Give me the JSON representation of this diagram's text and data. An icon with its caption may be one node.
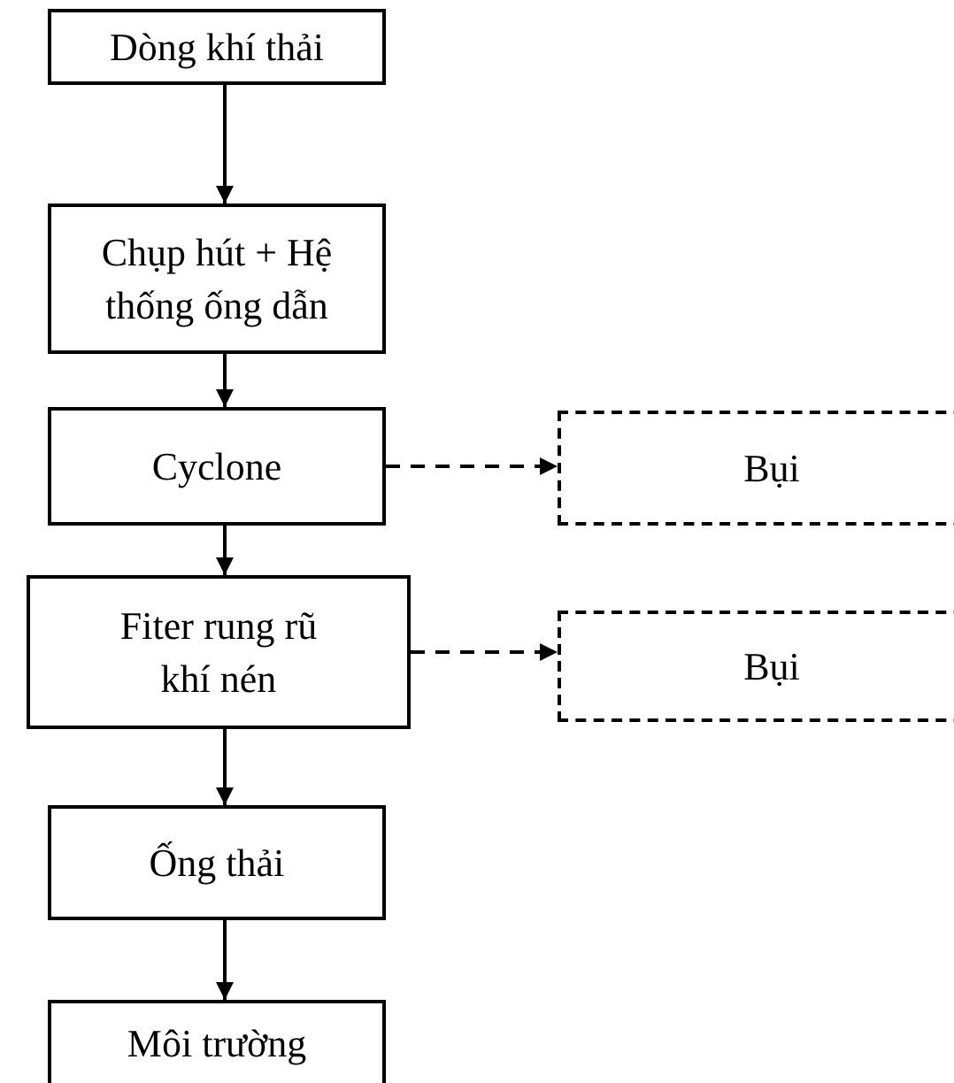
{
  "diagram": {
    "nodes": [
      {
        "text": [
          "Dòng khí thải"
        ]
      },
      {
        "text": [
          "Chụp hút + Hệ thống ống dẫn"
        ]
      },
      {
        "text": [
          "Cyclone"
        ]
      },
      {
        "text": [
          "Bụi"
        ]
      },
      {
        "text": [
          "Fiter rung rũ khí nén"
        ]
      },
      {
        "text": [
          "Bụi"
        ]
      },
      {
        "text": [
          "Ống thải"
        ]
      },
      {
        "text": [
          "Môi trường"
        ]
      }
    ],
    "edges": [
      {
        "from": 0,
        "to": 1,
        "arrow": "to"
      },
      {
        "from": 1,
        "to": 2,
        "arrow": "to"
      },
      {
        "from": 2,
        "to": 3,
        "arrow": "to",
        "style": "dashed"
      },
      {
        "from": 2,
        "to": 4,
        "arrow": "to"
      },
      {
        "from": 4,
        "to": 5,
        "arrow": "to",
        "style": "dashed"
      },
      {
        "from": 4,
        "to": 6,
        "arrow": "to"
      },
      {
        "from": 6,
        "to": 7,
        "arrow": "to"
      }
    ]
  }
}
